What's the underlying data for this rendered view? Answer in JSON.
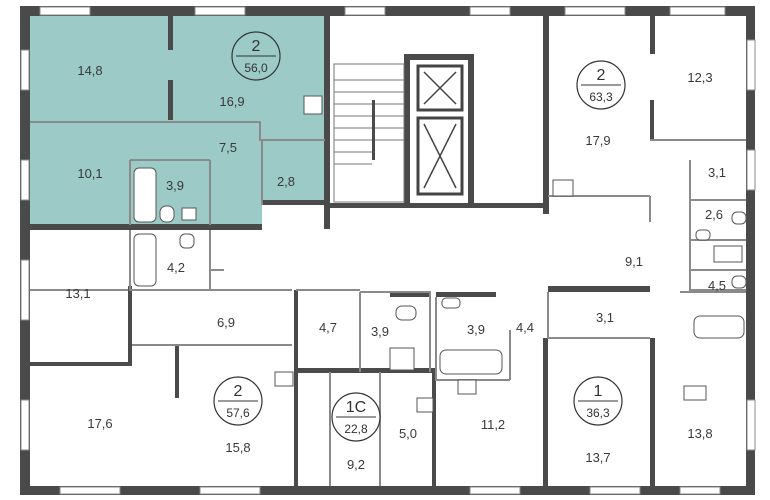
{
  "colors": {
    "highlight": "#9ccac6",
    "wall": "#4a4a4a",
    "partition": "#8a8a8a",
    "text": "#3a3a3a"
  },
  "apartments": [
    {
      "rooms": "2",
      "total": "56,0"
    },
    {
      "rooms": "2",
      "total": "63,3"
    },
    {
      "rooms": "2",
      "total": "57,6"
    },
    {
      "rooms": "1С",
      "total": "22,8"
    },
    {
      "rooms": "1",
      "total": "36,3"
    }
  ],
  "areas": {
    "a148": "14,8",
    "a169": "16,9",
    "a101": "10,1",
    "a75": "7,5",
    "a39a": "3,9",
    "a28": "2,8",
    "a123": "12,3",
    "a179": "17,9",
    "a31a": "3,1",
    "a26": "2,6",
    "a91": "9,1",
    "a45": "4,5",
    "a42": "4,2",
    "a131": "13,1",
    "a69": "6,9",
    "a47": "4,7",
    "a39b": "3,9",
    "a39c": "3,9",
    "a44": "4,4",
    "a31b": "3,1",
    "a176": "17,6",
    "a158": "15,8",
    "a92": "9,2",
    "a50": "5,0",
    "a112": "11,2",
    "a137": "13,7",
    "a138": "13,8"
  }
}
